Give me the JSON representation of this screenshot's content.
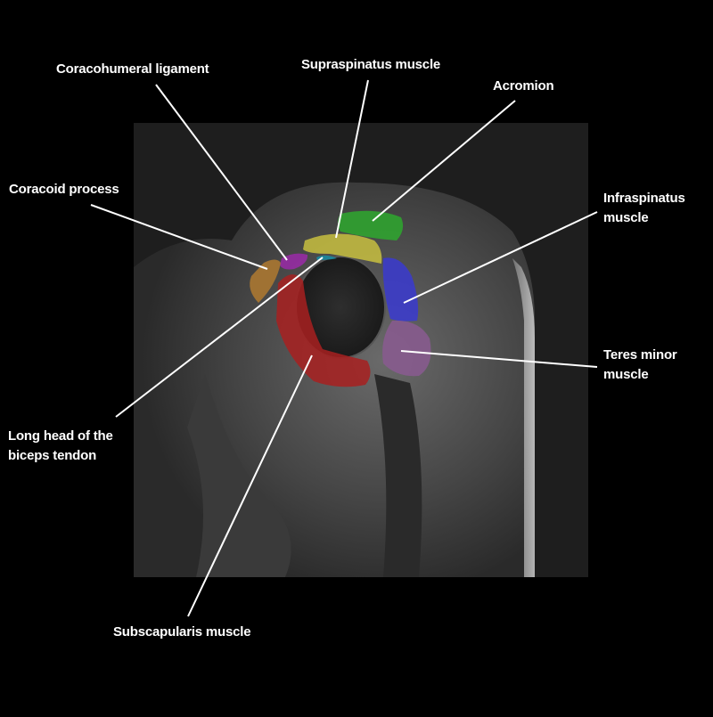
{
  "figure": {
    "title": "Shoulder MRI sagittal view - rotator cuff anatomy",
    "labels": [
      {
        "id": "coracohumeral",
        "text": "Coracohumeral ligament",
        "color": "#9a2aa8"
      },
      {
        "id": "supraspinatus",
        "text": "Supraspinatus muscle",
        "color": "#c8c040"
      },
      {
        "id": "acromion",
        "text": "Acromion",
        "color": "#2ea82e"
      },
      {
        "id": "coracoid",
        "text": "Coracoid process",
        "color": "#b07a30"
      },
      {
        "id": "infraspinatus",
        "text": "Infraspinatus muscle",
        "line1": "Infraspinatus",
        "line2": "muscle",
        "color": "#3a3ad0"
      },
      {
        "id": "teres_minor",
        "text": "Teres minor muscle",
        "line1": "Teres minor",
        "line2": "muscle",
        "color": "#8a5a90"
      },
      {
        "id": "biceps",
        "text": "Long head of the biceps tendon",
        "line1": "Long head of the",
        "line2": "biceps tendon",
        "color": "#1a8aa0"
      },
      {
        "id": "subscapularis",
        "text": "Subscapularis muscle",
        "color": "#a82020"
      }
    ]
  }
}
